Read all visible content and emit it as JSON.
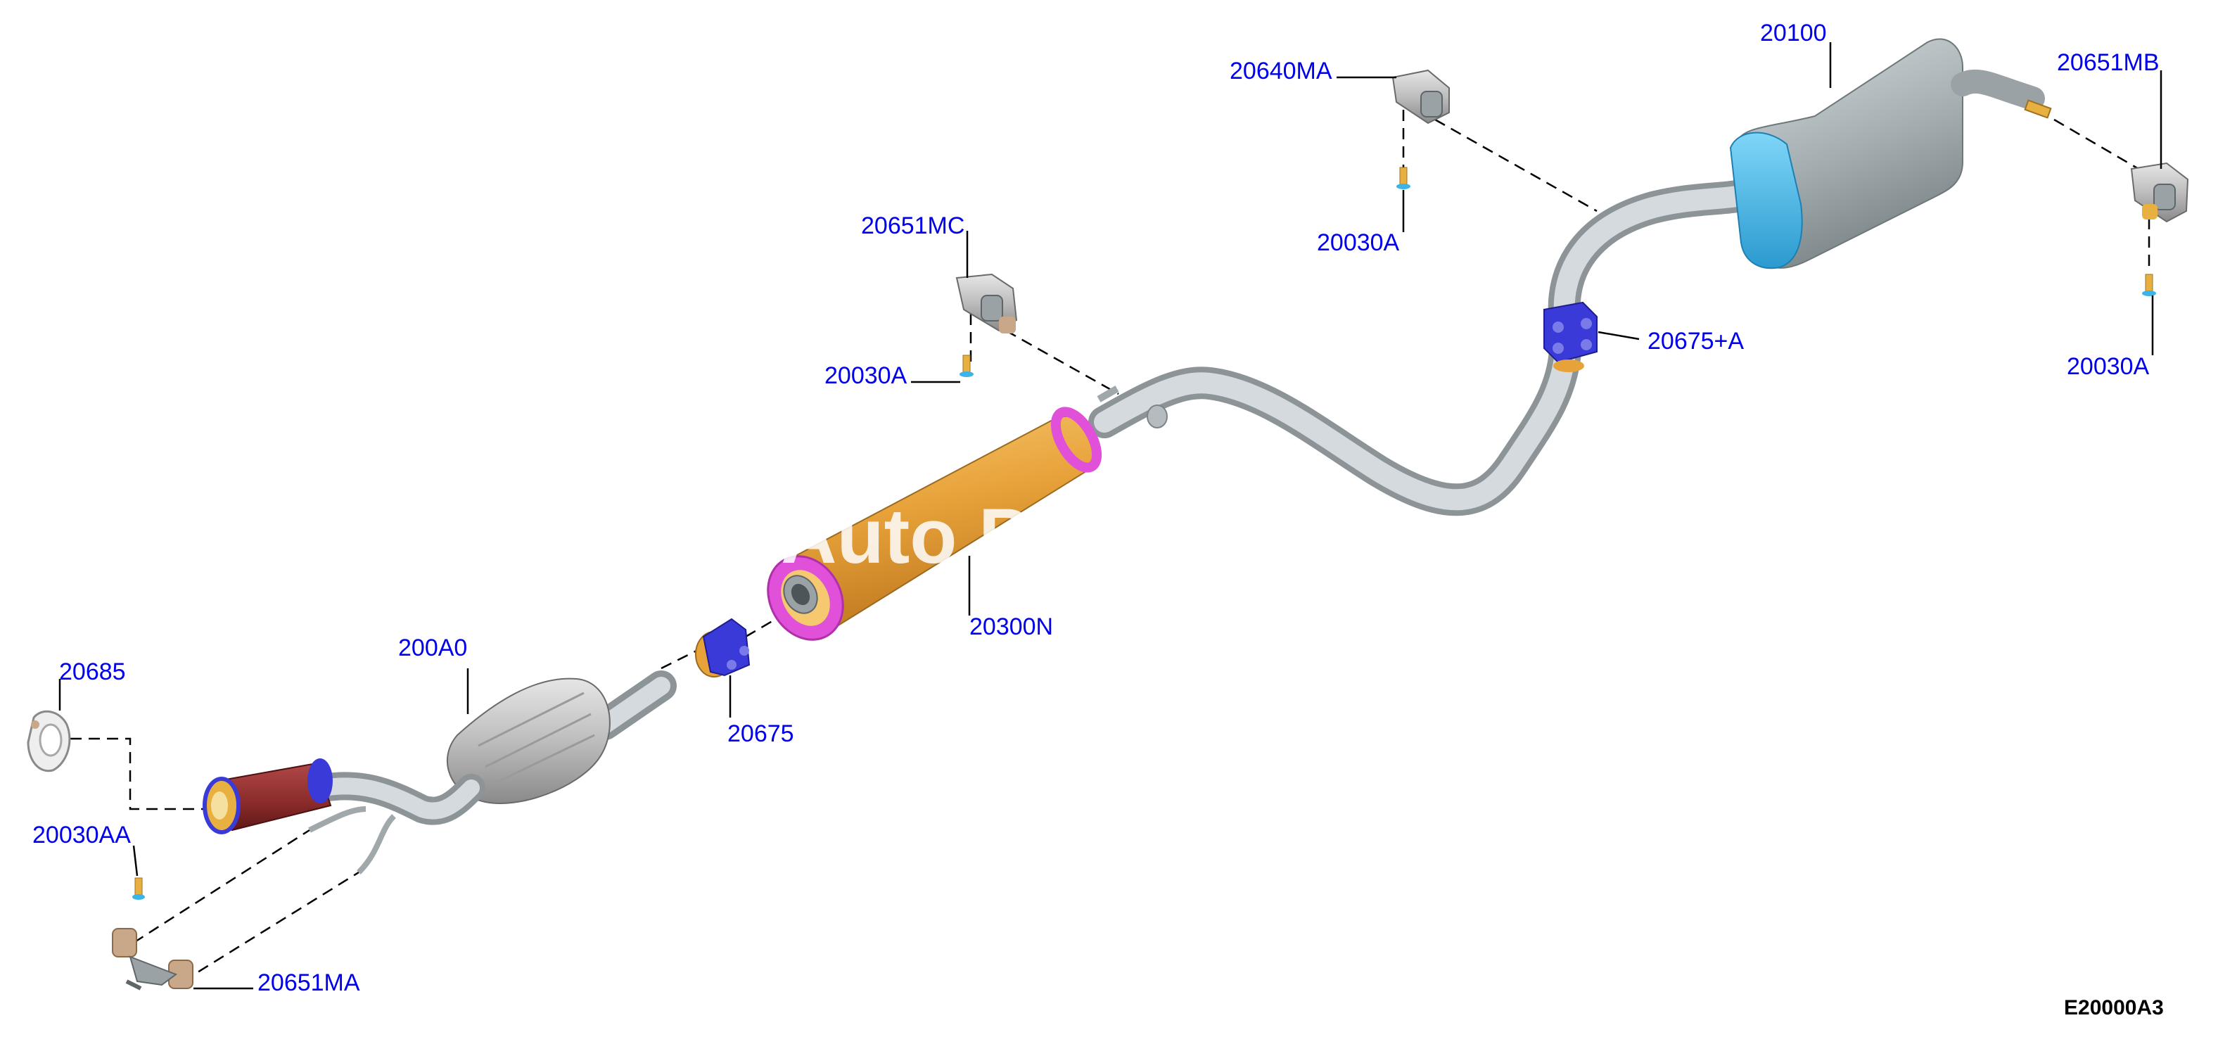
{
  "colors": {
    "callout_text": "#0000ee",
    "pipe": "#c4ccd0",
    "muffler_body": "#e8a23a",
    "muffler_flange": "#e050d8",
    "rear_muffler": "#a3adb0",
    "rear_muffler_end": "#3cb4e8",
    "clamp": "#3a3ad8",
    "flex_section": "#8a2a2a",
    "bracket": "#b8b8b0",
    "bracket_alt": "#c8a888",
    "bolt": "#e8b040"
  },
  "callouts": {
    "p20685": "20685",
    "p200A0": "200A0",
    "p20030AA": "20030AA",
    "p20651MA": "20651MA",
    "p20675": "20675",
    "p20300N": "20300N",
    "p20651MC": "20651MC",
    "p20030A_mid": "20030A",
    "p20640MA": "20640MA",
    "p20030A_top": "20030A",
    "p20100": "20100",
    "p20675A": "20675+A",
    "p20651MB": "20651MB",
    "p20030A_right": "20030A"
  },
  "watermark": "Auto P",
  "figure_id": "E20000A3"
}
